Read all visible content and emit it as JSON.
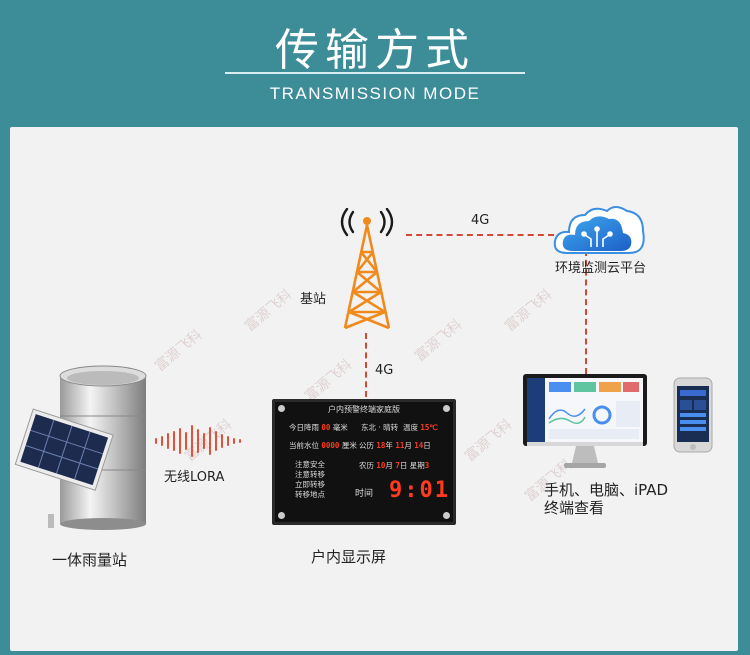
{
  "header": {
    "title": "传输方式",
    "subtitle": "TRANSMISSION MODE"
  },
  "nodes": {
    "station": "一体雨量站",
    "lora": "无线LORA",
    "base_station": "基站",
    "cloud": "环境监测云平台",
    "display": "户内显示屏",
    "terminals_line1": "手机、电脑、iPAD",
    "terminals_line2": "终端查看"
  },
  "links": {
    "tower_cloud": "4G",
    "tower_display": "4G"
  },
  "display_screen": {
    "title": "户内预警终端家庭版",
    "row1_label": "今日降雨",
    "row1_value": "00",
    "row1_unit": "毫米",
    "row1_mid": "东北 · 晴转",
    "row1_temp_label": "温度",
    "row1_temp_value": "15",
    "row1_temp_unit": "℃",
    "row2_label": "当前水位",
    "row2_value": "0000",
    "row2_unit": "厘米",
    "row2_cal": "公历",
    "row2_year": "18",
    "row2_year_unit": "年",
    "row2_month": "11",
    "row2_month_unit": "月",
    "row2_day": "14",
    "row2_day_unit": "日",
    "notes": [
      "注意安全",
      "注意转移",
      "立即转移",
      "转移地点"
    ],
    "row3_cal": "农历",
    "row3_month": "10",
    "row3_month_unit": "月",
    "row3_day": "7",
    "row3_day_unit": "日",
    "row3_week": "星期",
    "row3_week_value": "3",
    "time_label": "时间",
    "time_value": "9:01"
  },
  "watermark": "富源飞科",
  "colors": {
    "background": "#3d8d99",
    "panel": "#f2f2f2",
    "dash": "#d24a36",
    "tower": "#f08a1c",
    "led": "#ff3a1e"
  }
}
